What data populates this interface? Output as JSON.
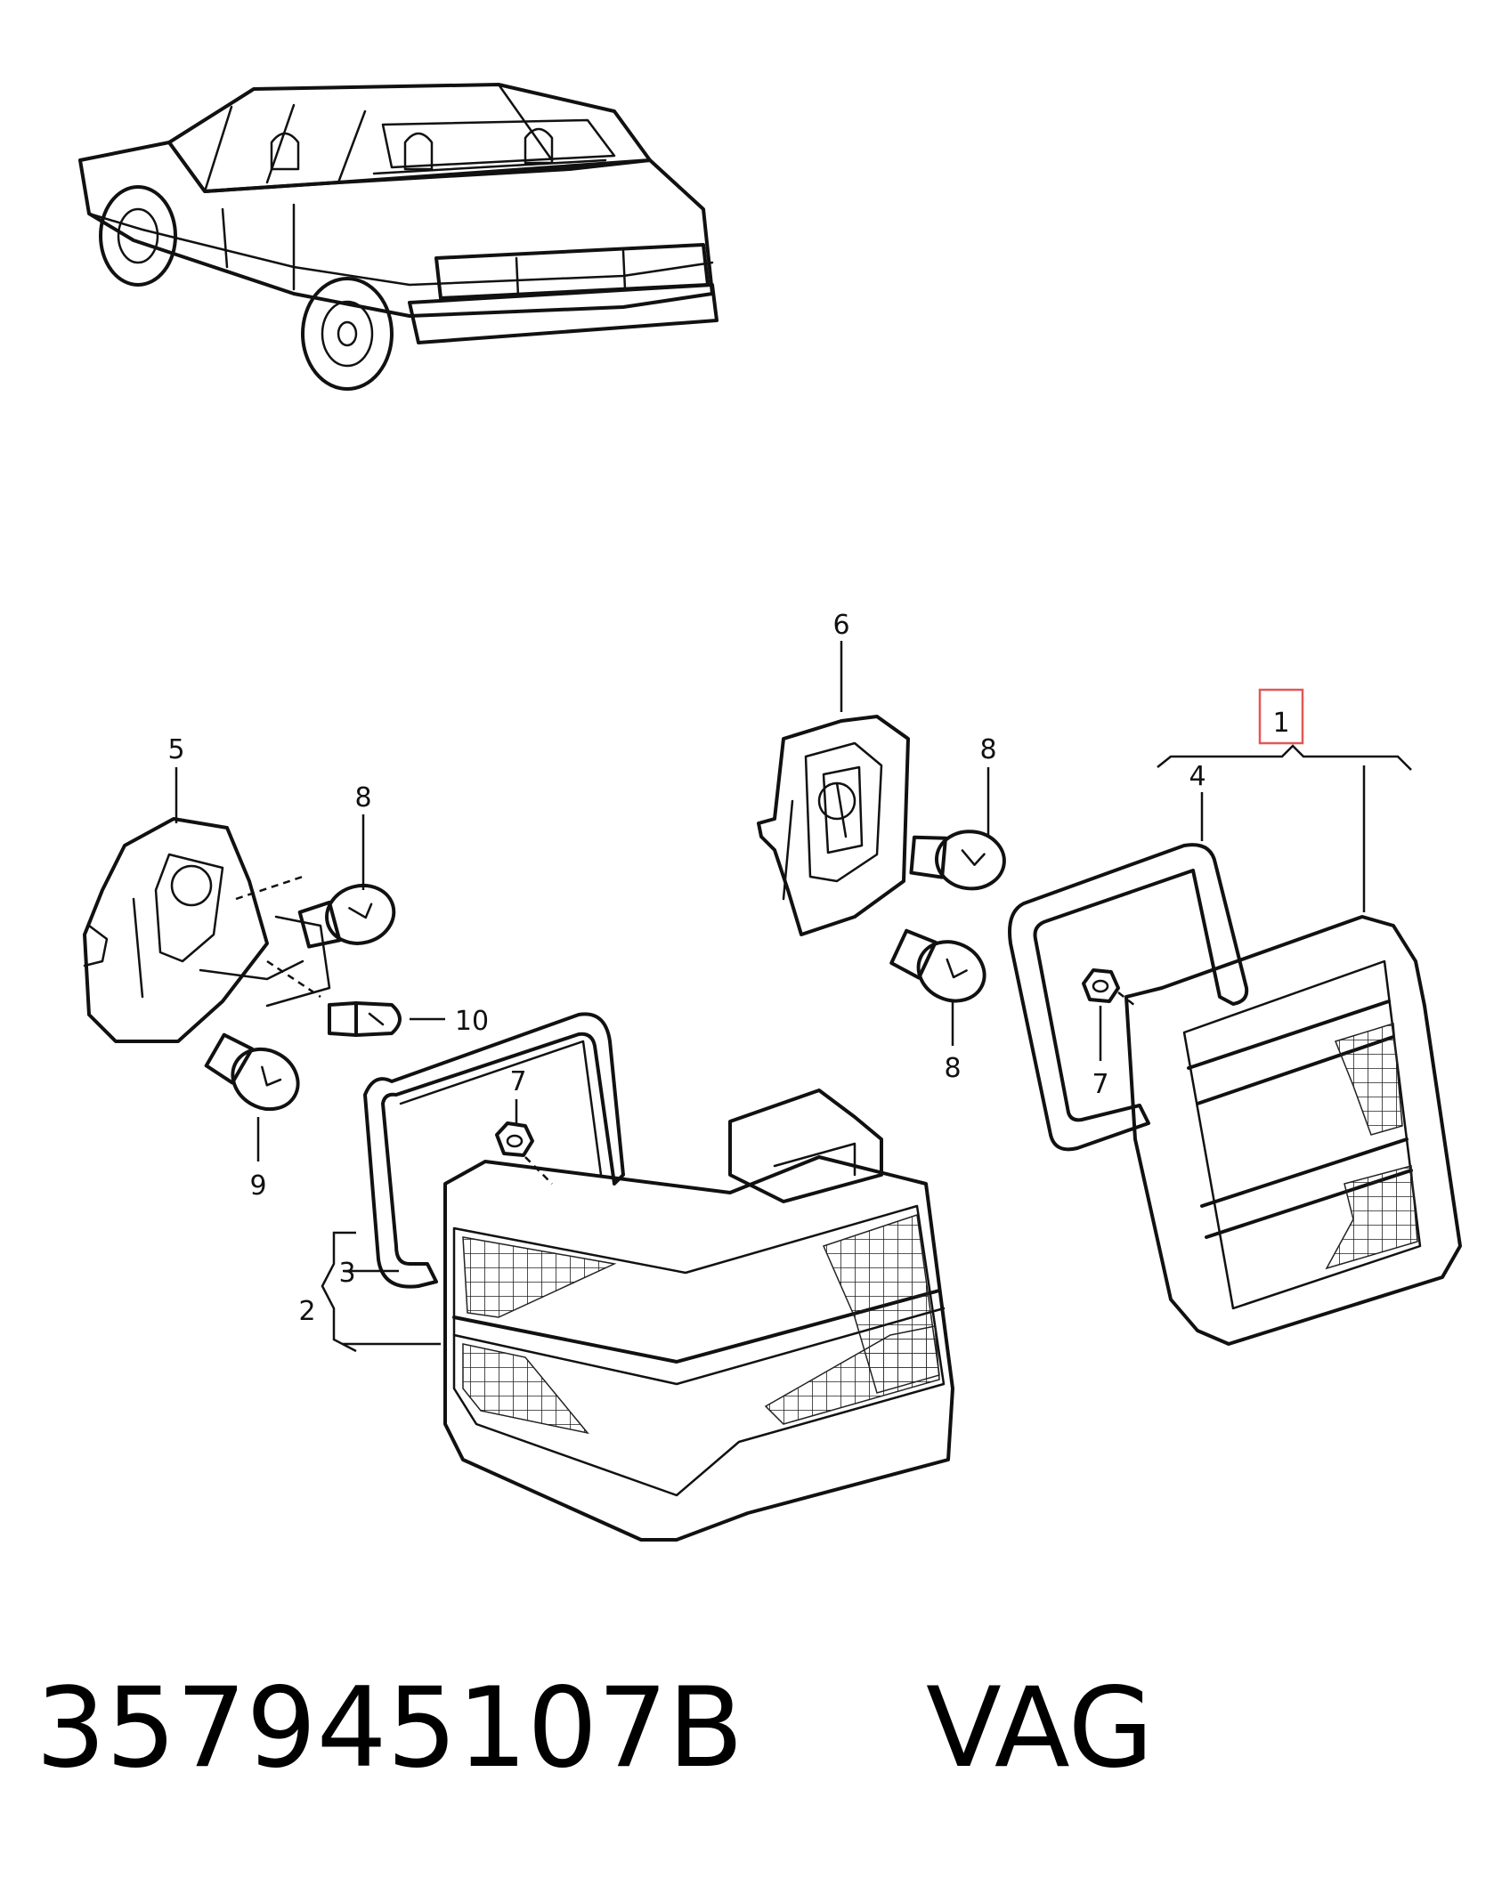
{
  "callouts": {
    "c1": "1",
    "c2": "2",
    "c3": "3",
    "c4": "4",
    "c5": "5",
    "c6": "6",
    "c7": "7",
    "c8": "8",
    "c9": "9",
    "c10": "10"
  },
  "highlight_color": "#e25858",
  "footer": {
    "part_number": "357945107B",
    "brand": "VAG"
  }
}
